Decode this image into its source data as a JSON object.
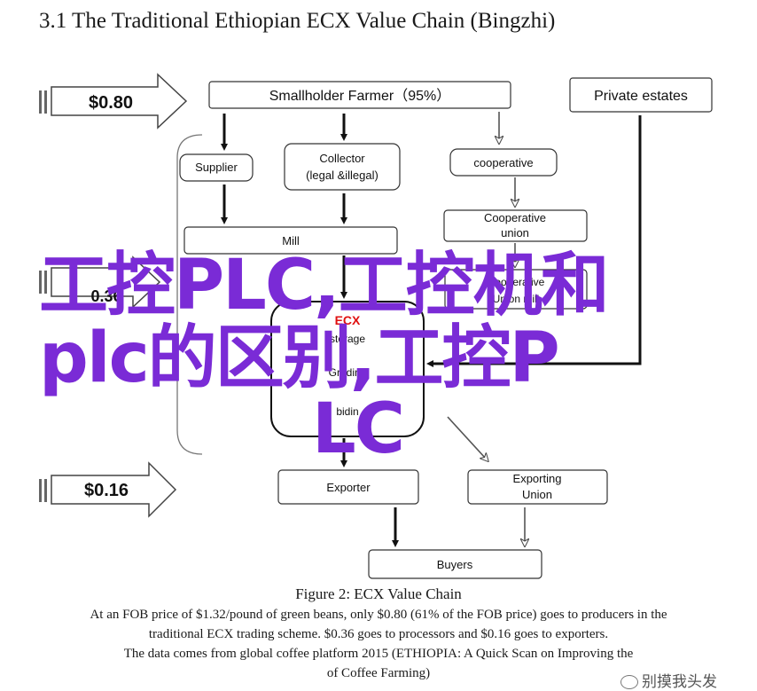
{
  "heading": "3.1 The Traditional Ethiopian ECX Value Chain (Bingzhi)",
  "prices": {
    "top": "$0.80",
    "middle": "0.36",
    "bottom": "$0.16"
  },
  "nodes": {
    "smallholder": "Smallholder Farmer（95%）",
    "private_estates": "Private estates",
    "supplier": "Supplier",
    "collector_line1": "Collector",
    "collector_line2": "(legal &illegal)",
    "cooperative": "cooperative",
    "coop_union_line1": "Cooperative",
    "coop_union_line2": "union",
    "mill": "Mill",
    "coop_partial_line1": "Cooperative",
    "coop_partial_line2": "Union mill",
    "ecx_line1": "ECX",
    "ecx_line2": "storage",
    "ecx_line3": "Grading",
    "ecx_line4": "bidin",
    "exporter": "Exporter",
    "exp_union_line1": "Exporting",
    "exp_union_line2": "Union",
    "buyers": "Buyers"
  },
  "caption": {
    "title": "Figure 2: ECX Value Chain",
    "line1": "At an FOB price of $1.32/pound of green beans, only $0.80 (61% of the FOB price) goes to producers in the",
    "line2": "traditional ECX trading scheme. $0.36 goes to processors and $0.16 goes to exporters.",
    "line3": "The data comes from global coffee platform 2015 (ETHIOPIA: A Quick Scan on Improving the",
    "line4": "of Coffee Farming)"
  },
  "overlay": {
    "line1": "工控PLC,工控机和",
    "line2": "plc的区别,工控P",
    "line3": "LC"
  },
  "watermark": "别摸我头发",
  "colors": {
    "overlay": "#7a2bd6",
    "ecx_red": "#e01010",
    "box_border": "#333333"
  }
}
